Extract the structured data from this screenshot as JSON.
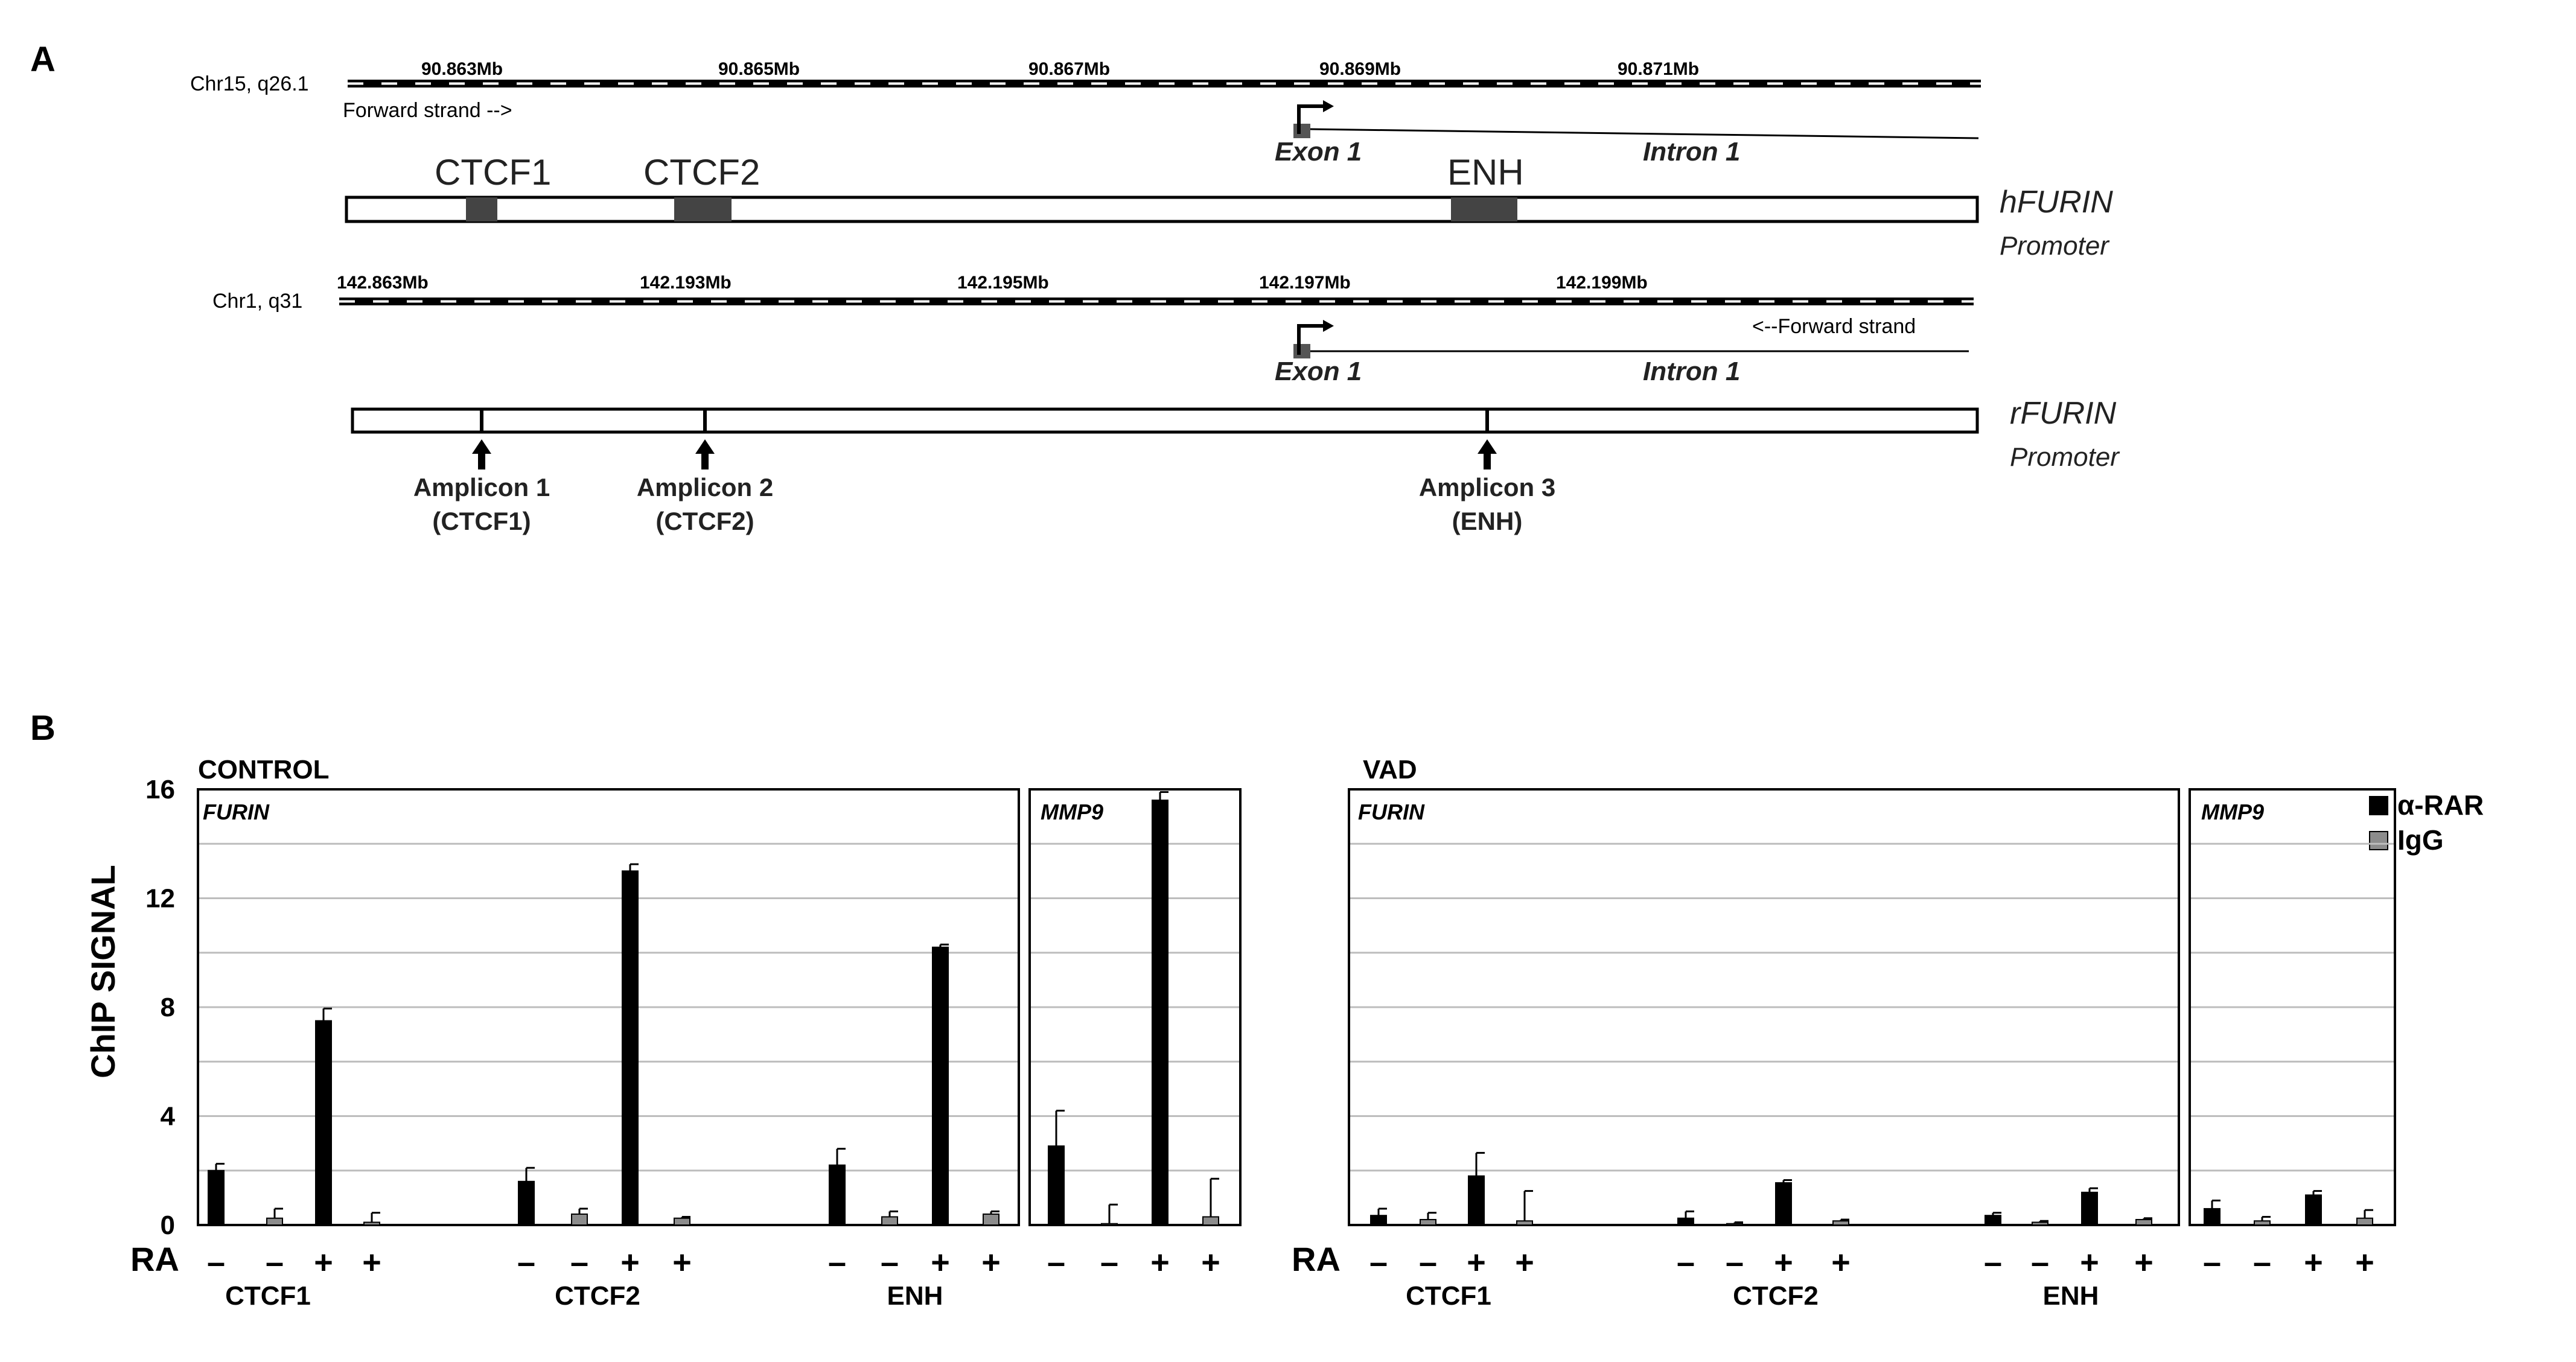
{
  "panel_a": {
    "label": "A",
    "human": {
      "chr_label": "Chr15, q26.1",
      "ticks": [
        "90.863Mb",
        "90.865Mb",
        "90.867Mb",
        "90.869Mb",
        "90.871Mb"
      ],
      "strand_label": "Forward strand -->",
      "exon_label": "Exon 1",
      "intron_label": "Intron 1",
      "regions": [
        "CTCF1",
        "CTCF2",
        "ENH"
      ],
      "gene": "hFURIN",
      "promoter": "Promoter"
    },
    "rat": {
      "chr_label": "Chr1, q31",
      "ticks": [
        "142.863Mb",
        "142.193Mb",
        "142.195Mb",
        "142.197Mb",
        "142.199Mb"
      ],
      "strand_label": "<--Forward strand",
      "exon_label": "Exon 1",
      "intron_label": "Intron 1",
      "gene": "rFURIN",
      "promoter": "Promoter",
      "amplicons": [
        {
          "name": "Amplicon 1",
          "target": "(CTCF1)"
        },
        {
          "name": "Amplicon 2",
          "target": "(CTCF2)"
        },
        {
          "name": "Amplicon 3",
          "target": "(ENH)"
        }
      ]
    }
  },
  "panel_b": {
    "label": "B",
    "ylabel": "ChIP SIGNAL",
    "yticks": [
      "0",
      "4",
      "8",
      "12",
      "16"
    ],
    "ra_label": "RA",
    "legend": [
      {
        "name": "α-RAR",
        "color": "#000000"
      },
      {
        "name": "IgG",
        "color": "#8c8c8c"
      }
    ],
    "colors": {
      "rar": "#000000",
      "igg": "#8c8c8c",
      "grid": "#bdbdbd"
    }
  },
  "chart_data": [
    {
      "type": "bar",
      "title": "CONTROL",
      "panel": "FURIN",
      "ylabel": "ChIP SIGNAL",
      "ylim": [
        0,
        16
      ],
      "groups": [
        "CTCF1",
        "CTCF2",
        "ENH"
      ],
      "ra": [
        "–",
        "–",
        "+",
        "+"
      ],
      "antibody": [
        "α-RAR",
        "IgG",
        "α-RAR",
        "IgG"
      ],
      "values": [
        [
          2.0,
          0.25,
          7.5,
          0.1
        ],
        [
          1.6,
          0.4,
          13.0,
          0.25
        ],
        [
          2.2,
          0.3,
          10.2,
          0.4
        ]
      ],
      "errors": [
        [
          0.25,
          0.35,
          0.45,
          0.35
        ],
        [
          0.5,
          0.2,
          0.25,
          0.05
        ],
        [
          0.6,
          0.2,
          0.1,
          0.1
        ]
      ]
    },
    {
      "type": "bar",
      "title": "CONTROL",
      "panel": "MMP9",
      "ylim": [
        0,
        16
      ],
      "ra": [
        "–",
        "–",
        "+",
        "+"
      ],
      "antibody": [
        "α-RAR",
        "IgG",
        "α-RAR",
        "IgG"
      ],
      "values": [
        [
          2.9,
          0.05,
          15.6,
          0.3
        ]
      ],
      "errors": [
        [
          1.3,
          0.7,
          0.3,
          1.4
        ]
      ]
    },
    {
      "type": "bar",
      "title": "VAD",
      "panel": "FURIN",
      "ylim": [
        0,
        16
      ],
      "groups": [
        "CTCF1",
        "CTCF2",
        "ENH"
      ],
      "ra": [
        "–",
        "–",
        "+",
        "+"
      ],
      "antibody": [
        "α-RAR",
        "IgG",
        "α-RAR",
        "IgG"
      ],
      "values": [
        [
          0.35,
          0.2,
          1.8,
          0.15
        ],
        [
          0.25,
          0.05,
          1.55,
          0.15
        ],
        [
          0.35,
          0.1,
          1.2,
          0.2
        ]
      ],
      "errors": [
        [
          0.25,
          0.25,
          0.85,
          1.1
        ],
        [
          0.25,
          0.05,
          0.1,
          0.05
        ],
        [
          0.1,
          0.05,
          0.15,
          0.05
        ]
      ]
    },
    {
      "type": "bar",
      "title": "VAD",
      "panel": "MMP9",
      "ylim": [
        0,
        16
      ],
      "ra": [
        "–",
        "–",
        "+",
        "+"
      ],
      "antibody": [
        "α-RAR",
        "IgG",
        "α-RAR",
        "IgG"
      ],
      "values": [
        [
          0.6,
          0.15,
          1.1,
          0.25
        ]
      ],
      "errors": [
        [
          0.3,
          0.15,
          0.15,
          0.3
        ]
      ]
    }
  ]
}
